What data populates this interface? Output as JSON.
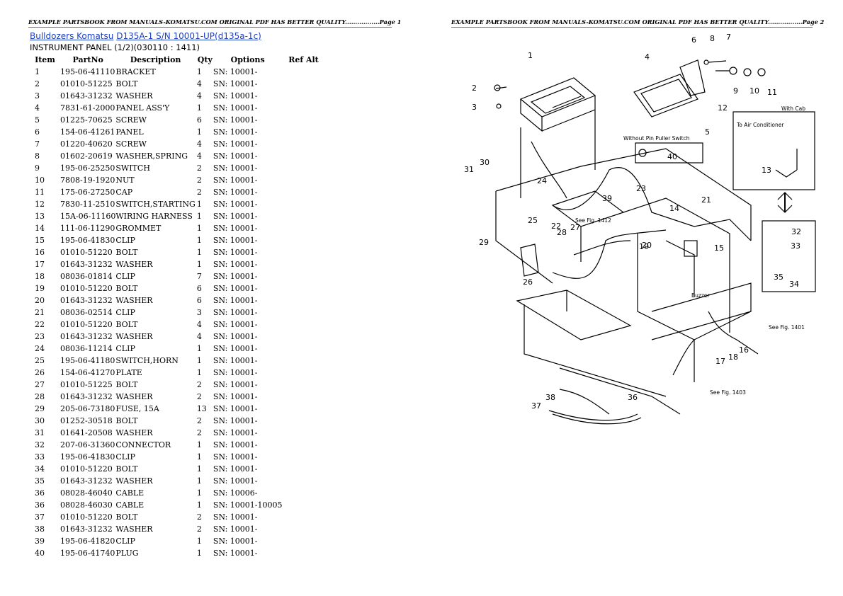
{
  "headers": {
    "page1": "EXAMPLE PARTSBOOK FROM MANUALS-KOMATSU.COM ORIGINAL PDF HAS BETTER QUALITY.................Page 1",
    "page2": "EXAMPLE PARTSBOOK FROM MANUALS-KOMATSU.COM ORIGINAL PDF HAS BETTER QUALITY.................Page 2"
  },
  "breadcrumb": {
    "link1": "Bulldozers Komatsu",
    "link2": "D135A-1 S/N 10001-UP(d135a-1c)"
  },
  "section_title": "INSTRUMENT PANEL (1/2)(030110 : 1411)",
  "table": {
    "columns": [
      "Item",
      "PartNo",
      "Description",
      "Qty",
      "Options",
      "Ref Alt"
    ],
    "rows": [
      [
        "1",
        "195-06-41110",
        "BRACKET",
        "1",
        "SN: 10001-"
      ],
      [
        "2",
        "01010-51225",
        "BOLT",
        "4",
        "SN: 10001-"
      ],
      [
        "3",
        "01643-31232",
        "WASHER",
        "4",
        "SN: 10001-"
      ],
      [
        "4",
        "7831-61-2000",
        "PANEL ASS'Y",
        "1",
        "SN: 10001-"
      ],
      [
        "5",
        "01225-70625",
        "SCREW",
        "6",
        "SN: 10001-"
      ],
      [
        "6",
        "154-06-41261",
        "PANEL",
        "1",
        "SN: 10001-"
      ],
      [
        "7",
        "01220-40620",
        "SCREW",
        "4",
        "SN: 10001-"
      ],
      [
        "8",
        "01602-20619",
        "WASHER,SPRING",
        "4",
        "SN: 10001-"
      ],
      [
        "9",
        "195-06-25250",
        "SWITCH",
        "2",
        "SN: 10001-"
      ],
      [
        "10",
        "7808-19-1920",
        "NUT",
        "2",
        "SN: 10001-"
      ],
      [
        "11",
        "175-06-27250",
        "CAP",
        "2",
        "SN: 10001-"
      ],
      [
        "12",
        "7830-11-2510",
        "SWITCH,STARTING",
        "1",
        "SN: 10001-"
      ],
      [
        "13",
        "15A-06-11160",
        "WIRING HARNESS",
        "1",
        "SN: 10001-"
      ],
      [
        "14",
        "111-06-11290",
        "GROMMET",
        "1",
        "SN: 10001-"
      ],
      [
        "15",
        "195-06-41830",
        "CLIP",
        "1",
        "SN: 10001-"
      ],
      [
        "16",
        "01010-51220",
        "BOLT",
        "1",
        "SN: 10001-"
      ],
      [
        "17",
        "01643-31232",
        "WASHER",
        "1",
        "SN: 10001-"
      ],
      [
        "18",
        "08036-01814",
        "CLIP",
        "7",
        "SN: 10001-"
      ],
      [
        "19",
        "01010-51220",
        "BOLT",
        "6",
        "SN: 10001-"
      ],
      [
        "20",
        "01643-31232",
        "WASHER",
        "6",
        "SN: 10001-"
      ],
      [
        "21",
        "08036-02514",
        "CLIP",
        "3",
        "SN: 10001-"
      ],
      [
        "22",
        "01010-51220",
        "BOLT",
        "4",
        "SN: 10001-"
      ],
      [
        "23",
        "01643-31232",
        "WASHER",
        "4",
        "SN: 10001-"
      ],
      [
        "24",
        "08036-11214",
        "CLIP",
        "1",
        "SN: 10001-"
      ],
      [
        "25",
        "195-06-41180",
        "SWITCH,HORN",
        "1",
        "SN: 10001-"
      ],
      [
        "26",
        "154-06-41270",
        "PLATE",
        "1",
        "SN: 10001-"
      ],
      [
        "27",
        "01010-51225",
        "BOLT",
        "2",
        "SN: 10001-"
      ],
      [
        "28",
        "01643-31232",
        "WASHER",
        "2",
        "SN: 10001-"
      ],
      [
        "29",
        "205-06-73180",
        "FUSE, 15A",
        "13",
        "SN: 10001-"
      ],
      [
        "30",
        "01252-30518",
        "BOLT",
        "2",
        "SN: 10001-"
      ],
      [
        "31",
        "01641-20508",
        "WASHER",
        "2",
        "SN: 10001-"
      ],
      [
        "32",
        "207-06-31360",
        "CONNECTOR",
        "1",
        "SN: 10001-"
      ],
      [
        "33",
        "195-06-41830",
        "CLIP",
        "1",
        "SN: 10001-"
      ],
      [
        "34",
        "01010-51220",
        "BOLT",
        "1",
        "SN: 10001-"
      ],
      [
        "35",
        "01643-31232",
        "WASHER",
        "1",
        "SN: 10001-"
      ],
      [
        "36",
        "08028-46040",
        "CABLE",
        "1",
        "SN: 10006-"
      ],
      [
        "36",
        "08028-46030",
        "CABLE",
        "1",
        "SN: 10001-10005"
      ],
      [
        "37",
        "01010-51220",
        "BOLT",
        "2",
        "SN: 10001-"
      ],
      [
        "38",
        "01643-31232",
        "WASHER",
        "2",
        "SN: 10001-"
      ],
      [
        "39",
        "195-06-41820",
        "CLIP",
        "1",
        "SN: 10001-"
      ],
      [
        "40",
        "195-06-41740",
        "PLUG",
        "1",
        "SN: 10001-"
      ]
    ]
  },
  "diagram": {
    "callouts": [
      "1",
      "2",
      "3",
      "4",
      "5",
      "6",
      "7",
      "8",
      "9",
      "10",
      "11",
      "12",
      "13",
      "14",
      "15",
      "16",
      "17",
      "18",
      "19",
      "20",
      "21",
      "22",
      "23",
      "24",
      "25",
      "26",
      "27",
      "28",
      "29",
      "30",
      "31",
      "32",
      "33",
      "34",
      "35",
      "36",
      "37",
      "38",
      "39",
      "40"
    ],
    "annotations": {
      "without_pin_puller_switch": "Without Pin Puller Switch",
      "with_cab": "With Cab",
      "to_air_conditioner": "To Air Conditioner",
      "see_fig_1412": "See Fig. 1412",
      "see_fig_1401": "See Fig. 1401",
      "see_fig_1403": "See Fig. 1403",
      "buzzer": "Buzzer"
    }
  }
}
